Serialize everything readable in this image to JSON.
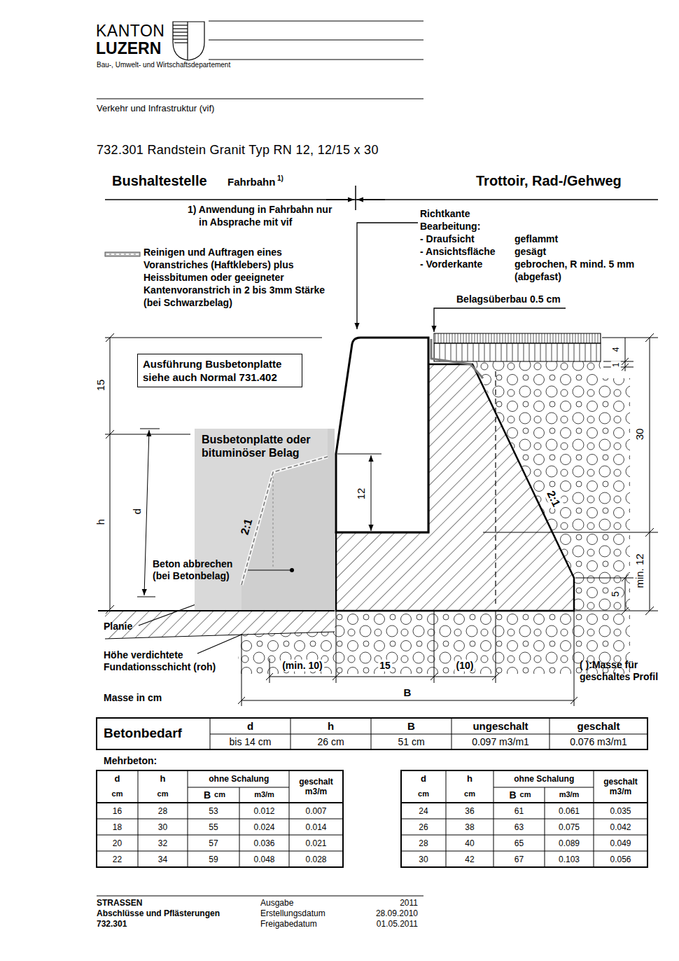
{
  "diagram": {
    "title": "732.301 Randstein Granit Typ RN 12, 12/15 x 30",
    "nodes": [
      {
        "text": [
          "Ausführung Busbetonplatte siehe auch Normal 731.402"
        ]
      },
      {
        "text": [
          "Busbetonplatte oder bituminöser Belag"
        ]
      }
    ],
    "labels": [
      "KANTON",
      "LUZERN",
      "Bau-, Umwelt- und Wirtschaftsdepartement",
      "Verkehr und Infrastruktur (vif)",
      "Bushaltestelle",
      "Fahrbahn",
      "1)",
      "Trottoir, Rad-/Gehweg",
      "1) Anwendung in Fahrbahn nur in Absprache mit vif",
      "Richtkante",
      "Bearbeitung:",
      "- Draufsicht",
      "geflammt",
      "- Ansichtsfläche",
      "gesägt",
      "- Vorderkante",
      "gebrochen, R mind. 5 mm",
      "(abgefast)",
      "Belagsüberbau 0.5 cm",
      "15",
      "h",
      "d",
      "2:1",
      "Beton abbrechen (bei Betonbelag)",
      "12",
      "4",
      "1",
      "30",
      "2:1",
      "min. 12",
      "5",
      "Planie",
      "Höhe verdichtete Fundationsschicht (roh)",
      "(min. 10)",
      "15",
      "(10)",
      "( ):Masse für geschaltes Profil",
      "Masse in cm",
      "B",
      "Betonbedarf",
      "d",
      "h",
      "B",
      "ungeschalt",
      "geschalt",
      "bis 14 cm",
      "26 cm",
      "51 cm",
      "0.097 m3/m1",
      "0.076 m3/m1",
      "Mehrbeton:",
      "d",
      "cm",
      "h",
      "cm",
      "ohne Schalung",
      "B",
      "cm",
      "m3/m",
      "geschalt m3/m",
      "16",
      "28",
      "53",
      "0.012",
      "0.007",
      "18",
      "30",
      "55",
      "0.024",
      "0.014",
      "20",
      "32",
      "57",
      "0.036",
      "0.021",
      "22",
      "34",
      "59",
      "0.048",
      "0.028",
      "d",
      "cm",
      "h",
      "cm",
      "ohne Schalung",
      "B",
      "cm",
      "m3/m",
      "geschalt m3/m",
      "24",
      "36",
      "61",
      "0.061",
      "0.035",
      "26",
      "38",
      "63",
      "0.075",
      "0.042",
      "28",
      "40",
      "65",
      "0.089",
      "0.049",
      "30",
      "42",
      "67",
      "0.103",
      "0.056",
      "STRASSEN",
      "Ausgabe",
      "2011",
      "Abschlüsse und Pflästerungen",
      "Erstellungsdatum",
      "28.09.2010",
      "732.301",
      "Freigabedatum",
      "01.05.2011"
    ],
    "legend": [
      {
        "text": "Reinigen und Auftragen eines Voranstriches (Haftklebers) plus Heissbitumen oder geeigneter Kantenvoranstrich in 2 bis 3mm Stärke (bei Schwarzbelag)"
      }
    ]
  }
}
